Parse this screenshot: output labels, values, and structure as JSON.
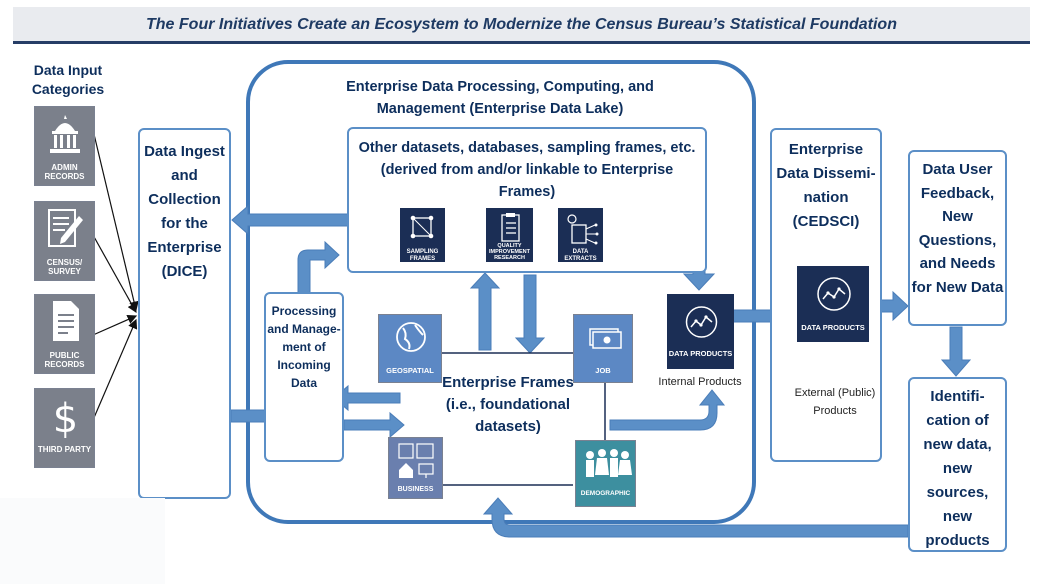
{
  "title": "The Four Initiatives Create an Ecosystem to Modernize the Census Bureau’s Statistical Foundation",
  "input_categories": {
    "heading": "Data Input Categories",
    "items": [
      "ADMIN RECORDS",
      "CENSUS/ SURVEY",
      "PUBLIC RECORDS",
      "THIRD PARTY"
    ]
  },
  "dice": {
    "label": "Data Ingest and Collection for the Enterprise (DICE)"
  },
  "lake": {
    "title": "Enterprise Data Processing, Computing, and Management (Enterprise Data Lake)",
    "other_datasets": "Other datasets, databases, sampling frames, etc. (derived from and/or linkable to Enterprise Frames)",
    "icons": [
      "SAMPLING FRAMES",
      "QUALITY IMPROVEMENT RESEARCH",
      "DATA EXTRACTS"
    ],
    "processing": "Processing and Manage-ment of Incoming Data",
    "frames_label": "Enterprise Frames (i.e., foundational datasets)",
    "frames": [
      "GEOSPATIAL",
      "JOB",
      "BUSINESS",
      "DEMOGRAPHIC"
    ],
    "internal_tile": "DATA PRODUCTS",
    "internal_caption": "Internal Products"
  },
  "cedsci": {
    "label": "Enterprise Data Dissemi-nation (CEDSCI)",
    "tile": "DATA PRODUCTS",
    "caption": "External (Public) Products"
  },
  "feedback": {
    "label": "Data User Feedback, New Questions, and Needs for New Data"
  },
  "identification": {
    "label": "Identifi-cation of new data, new sources, new products"
  },
  "colors": {
    "navy": "#1b2e55",
    "arrow_blue": "#5b8fc7",
    "title_text": "#1e3a63",
    "frame_blue": "#5c88c4",
    "teal": "#3d8f9f"
  }
}
